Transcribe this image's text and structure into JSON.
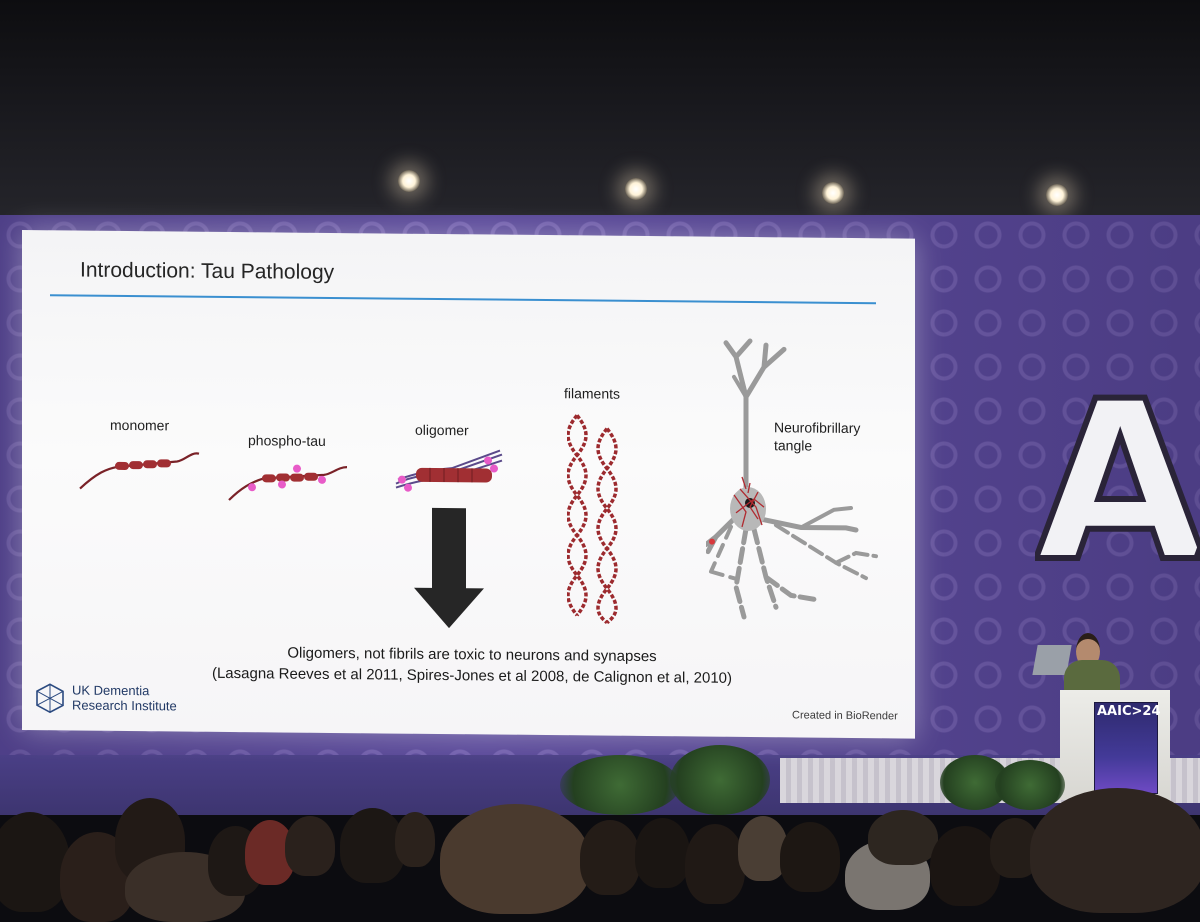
{
  "slide": {
    "title": "Introduction: Tau Pathology",
    "labels": {
      "monomer": "monomer",
      "phospho_tau": "phospho-tau",
      "oligomer": "oligomer",
      "filaments": "filaments",
      "tangle_line1": "Neurofibrillary",
      "tangle_line2": "tangle"
    },
    "caption_line1": "Oligomers, not fibrils are toxic to neurons and synapses",
    "caption_line2": "(Lasagna Reeves et al 2011, Spires-Jones et al 2008, de Calignon et al, 2010)",
    "logo_line1": "UK Dementia",
    "logo_line2": "Research Institute",
    "credit": "Created in BioRender"
  },
  "stage": {
    "backdrop_text": "AAIC",
    "podium_text": "AAIC>24"
  },
  "colors": {
    "stage_purple": "#5b4a9a",
    "tau_red": "#9c2a2e",
    "phospho_pink": "#e85bc8",
    "rule_blue": "#3a8fd0"
  }
}
